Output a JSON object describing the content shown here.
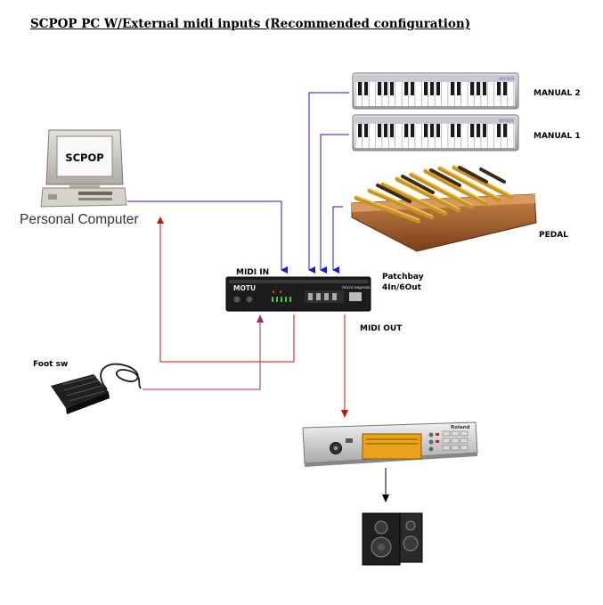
{
  "title": "SCPOP PC W/External midi inputs (Recommended configuration)",
  "labels": {
    "manual2": "MANUAL 2",
    "manual1": "MANUAL 1",
    "pedal": "PEDAL",
    "midi_in": "MIDI IN",
    "patchbay_line1": "Patchbay",
    "patchbay_line2": "4In/6Out",
    "midi_out": "MIDI OUT",
    "foot_sw": "Foot sw",
    "personal_computer": "Personal Computer"
  },
  "device_text": {
    "monitor_screen": "SCPOP",
    "patchbay_brand": "MOTU",
    "patchbay_model": "micro express",
    "synth_brand": "Roland",
    "manual_brand": "OXYGEN"
  },
  "colors": {
    "midi_in_line": "#1a1acc",
    "midi_out_line": "#cc1111",
    "foot_line": "#993366",
    "audio_line": "#000000"
  }
}
